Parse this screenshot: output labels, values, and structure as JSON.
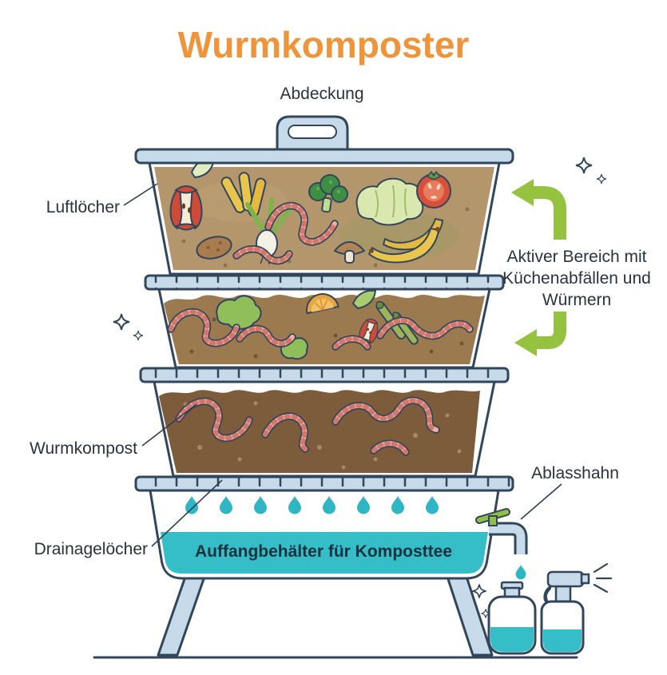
{
  "title": "Wurmkomposter",
  "labels": {
    "cover": "Abdeckung",
    "air_holes": "Luftlöcher",
    "active_area_lines": [
      "Aktiver Bereich mit",
      "Küchenabfällen und",
      "Würmern"
    ],
    "worm_compost": "Wurmkompost",
    "drainage_holes": "Drainagelöcher",
    "collection_container": "Auffangbehälter für Komposttee",
    "drain_tap": "Ablasshahn"
  },
  "colors": {
    "title_orange": "#EF9439",
    "outline_navy": "#31465C",
    "bin_light_blue": "#C7DAEA",
    "compost_tea_teal": "#35BEC8",
    "arrow_green": "#96C33F",
    "soil_top_tray": "#B3966B",
    "soil_middle_tray": "#9C7A50",
    "soil_bottom_tray": "#7C5C3A",
    "worm_pink": "#F2AFA3"
  }
}
